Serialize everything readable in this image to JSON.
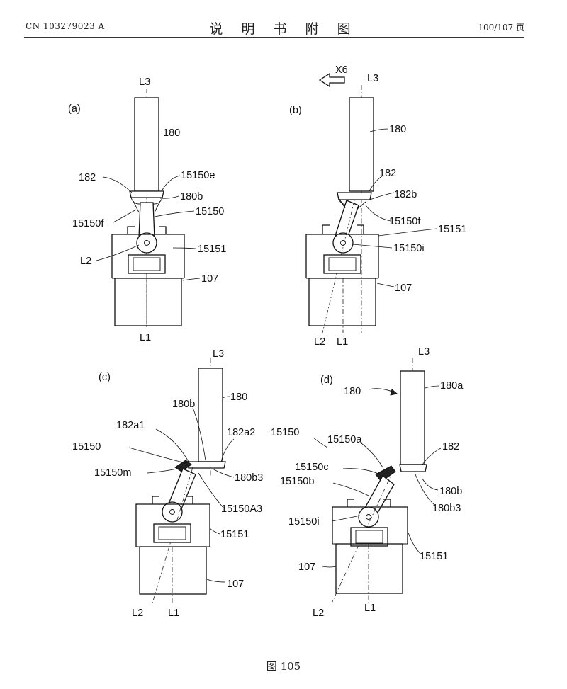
{
  "header": {
    "pub_number": "CN 103279023 A",
    "section_title": "说 明 书 附 图",
    "page_number": "100/107 页"
  },
  "figure_caption": "图 105",
  "panels": {
    "a": {
      "label": "(a)",
      "parts": [
        "L3",
        "180",
        "182",
        "15150e",
        "180b",
        "15150f",
        "15150",
        "15151",
        "L2",
        "107",
        "L1"
      ]
    },
    "b": {
      "label": "(b)",
      "direction_arrow": "X6",
      "parts": [
        "L3",
        "180",
        "182",
        "182b",
        "15150f",
        "15151",
        "15150i",
        "107",
        "L2",
        "L1"
      ]
    },
    "c": {
      "label": "(c)",
      "parts": [
        "L3",
        "180",
        "180b",
        "182a1",
        "182a2",
        "15150",
        "15150m",
        "180b3",
        "15150A3",
        "15151",
        "107",
        "L2",
        "L1"
      ]
    },
    "d": {
      "label": "(d)",
      "parts": [
        "L3",
        "180",
        "180a",
        "15150",
        "15150a",
        "182",
        "15150c",
        "15150b",
        "180b",
        "180b3",
        "15150i",
        "107",
        "15151",
        "L2",
        "L1"
      ]
    }
  }
}
